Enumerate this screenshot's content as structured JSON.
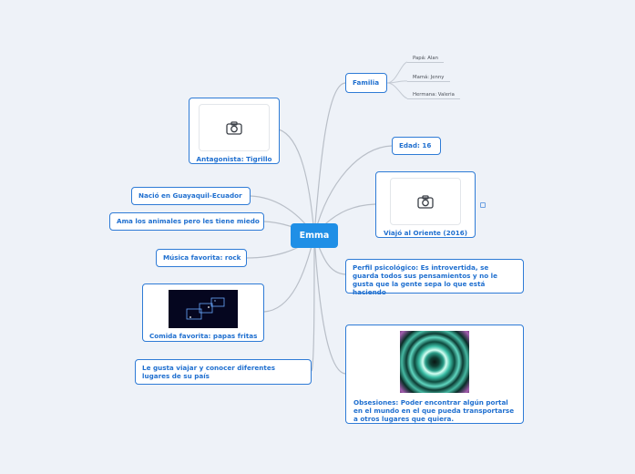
{
  "root": {
    "label": "Emma"
  },
  "topics": {
    "familia": {
      "label": "Familia"
    },
    "edad": {
      "label": "Edad: 16"
    },
    "viajo": {
      "label": "Viajó al Oriente (2016)",
      "image_icon": "camera-icon"
    },
    "perfil": {
      "label": "Perfil psicológico: Es introvertida, se guarda todos sus pensamientos y no le gusta que la gente sepa lo que está haciendo"
    },
    "obsesiones": {
      "label": "Obsesiones: Poder encontrar algún portal en el mundo en el que pueda transportarse a otros lugares que quiera."
    },
    "antagonista": {
      "label": "Antagonista: Tigrillo",
      "image_icon": "camera-icon"
    },
    "nacio": {
      "label": "Nació en Guayaquil-Ecuador"
    },
    "animales": {
      "label": "Ama los animales pero les tiene miedo"
    },
    "musica": {
      "label": "Música favorita: rock"
    },
    "comida": {
      "label": "Comida favorita: papas fritas"
    },
    "viajar": {
      "label": "Le gusta viajar y conocer diferentes lugares de su país"
    }
  },
  "familia_items": [
    {
      "label": "Papá: Alan"
    },
    {
      "label": "Mamá: Jenny"
    },
    {
      "label": "Hermana: Valeria"
    }
  ],
  "colors": {
    "root_fill": "#1f8fe6",
    "node_border": "#2e7bd6",
    "node_text": "#1f6fcf",
    "connector": "#b9bfc8",
    "background": "#eef2f8"
  }
}
